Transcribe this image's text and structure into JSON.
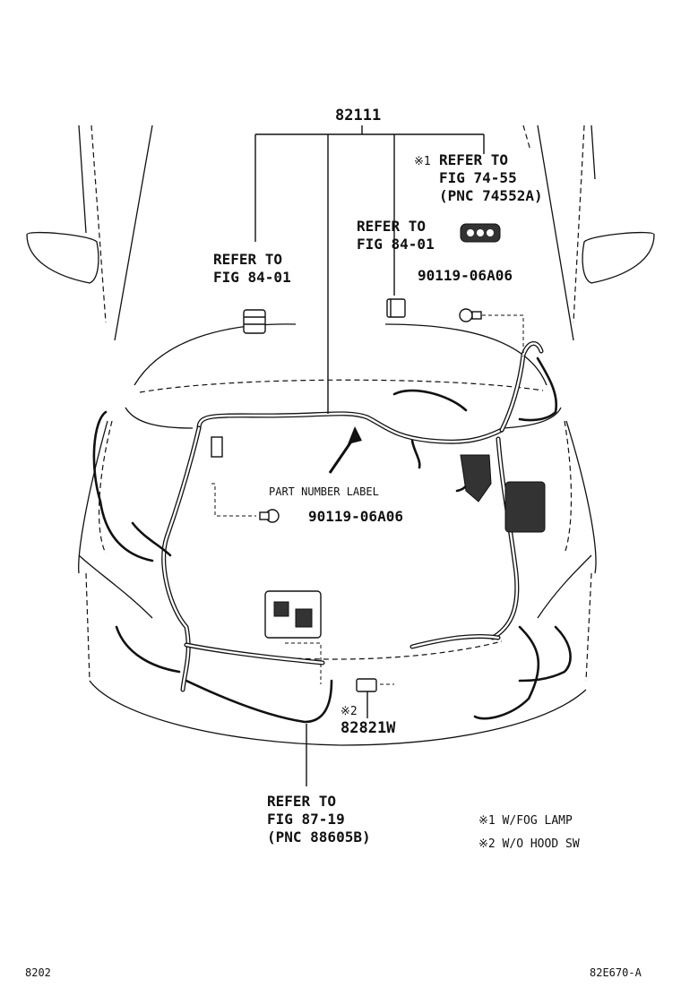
{
  "diagram": {
    "main_part_number": "82111",
    "callouts": {
      "refer_left": [
        "REFER TO",
        "FIG 84-01"
      ],
      "refer_mid": [
        "REFER TO",
        "FIG 84-01"
      ],
      "refer_fog": [
        "REFER TO",
        "FIG 74-55",
        "(PNC 74552A)"
      ],
      "fog_mark": "※1",
      "bolt_upper": "90119-06A06",
      "bolt_lower": "90119-06A06",
      "part_number_label": "PART NUMBER LABEL",
      "hood_sw_mark": "※2",
      "hood_sw_part": "82821W",
      "refer_bottom": [
        "REFER TO",
        "FIG 87-19",
        "(PNC 88605B)"
      ]
    },
    "legend": [
      "※1 W/FOG LAMP",
      "※2 W/O HOOD SW"
    ],
    "footer_left": "8202",
    "footer_right": "82E670-A"
  }
}
